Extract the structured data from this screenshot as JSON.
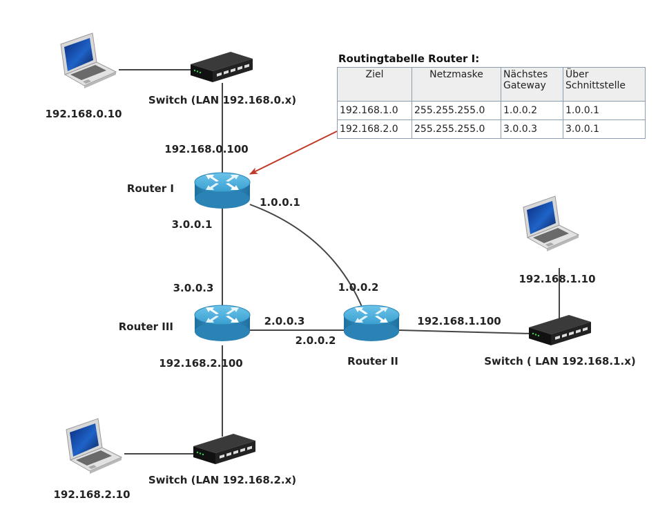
{
  "colors": {
    "link": "#444444",
    "arrow": "#c0392b",
    "router": "#2f8fc0",
    "switch": "#1d1d1d",
    "screen": "#1f63c8",
    "table_header_bg": "#eeeeee",
    "table_border": "#8b9cb0"
  },
  "devices": {
    "laptop_top": {
      "label": "192.168.0.10",
      "icon": "laptop-icon"
    },
    "switch_top": {
      "label": "Switch (LAN 192.168.0.x)",
      "icon": "switch-icon"
    },
    "router_1": {
      "label": "Router I",
      "icon": "router-icon"
    },
    "router_2": {
      "label": "Router II",
      "icon": "router-icon"
    },
    "router_3": {
      "label": "Router III",
      "icon": "router-icon"
    },
    "switch_right": {
      "label": "Switch ( LAN 192.168.1.x)",
      "icon": "switch-icon"
    },
    "laptop_right": {
      "label": "192.168.1.10",
      "icon": "laptop-icon"
    },
    "switch_bottom": {
      "label": "Switch (LAN 192.168.2.x)",
      "icon": "switch-icon"
    },
    "laptop_bottom": {
      "label": "192.168.2.10",
      "icon": "laptop-icon"
    }
  },
  "interfaces": {
    "r1_lan": "192.168.0.100",
    "r1_to_r2": "1.0.0.1",
    "r1_to_r3": "3.0.0.1",
    "r3_to_r1": "3.0.0.3",
    "r2_to_r1": "1.0.0.2",
    "r3_to_r2": "2.0.0.3",
    "r2_to_r3": "2.0.0.2",
    "r2_lan": "192.168.1.100",
    "r3_lan": "192.168.2.100"
  },
  "routing_table": {
    "title": "Routingtabelle Router I:",
    "headers": {
      "ziel": "Ziel",
      "netzmaske": "Netzmaske",
      "gateway": "Nächstes Gateway",
      "schnittstelle": "Über Schnittstelle"
    },
    "rows": [
      {
        "ziel": "192.168.1.0",
        "netzmaske": "255.255.255.0",
        "gateway": "1.0.0.2",
        "schnittstelle": "1.0.0.1"
      },
      {
        "ziel": "192.168.2.0",
        "netzmaske": "255.255.255.0",
        "gateway": "3.0.0.3",
        "schnittstelle": "3.0.0.1"
      }
    ]
  }
}
